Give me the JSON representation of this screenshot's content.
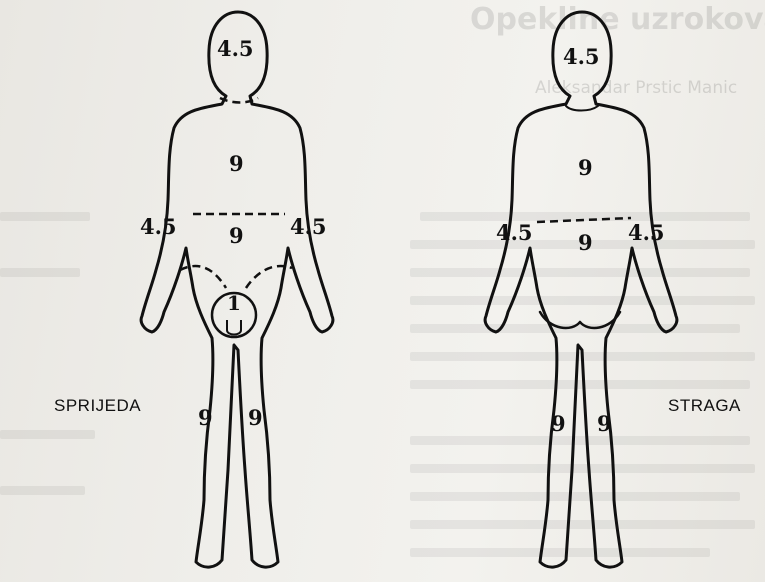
{
  "background_text": {
    "title": "Opekline uzrokovane elektricitetom",
    "author": "Aleksandar Prstic Manic"
  },
  "front": {
    "label": "SPRIJEDA",
    "head": "4.5",
    "chest": "9",
    "abdomen": "9",
    "arm_right": "4.5",
    "arm_left": "4.5",
    "genital": "1",
    "leg_right": "9",
    "leg_left": "9"
  },
  "back": {
    "label": "STRAGA",
    "head": "4.5",
    "upper_back": "9",
    "lower_back": "9",
    "arm_left": "4.5",
    "arm_right": "4.5",
    "leg_left": "9",
    "leg_right": "9"
  }
}
